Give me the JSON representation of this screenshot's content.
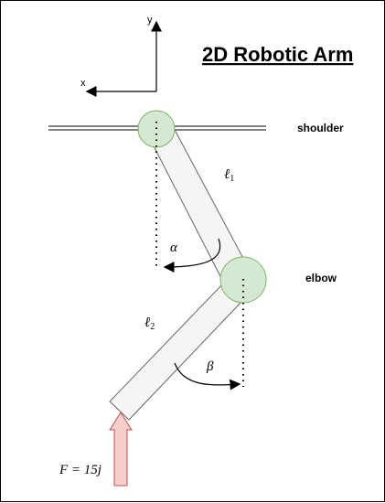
{
  "diagram": {
    "title": "2D Robotic Arm",
    "axes": {
      "x_label": "x",
      "y_label": "y"
    },
    "labels": {
      "shoulder": "shoulder",
      "elbow": "elbow",
      "link1_symbol": "ℓ",
      "link1_subscript": "1",
      "link2_symbol": "ℓ",
      "link2_subscript": "2",
      "alpha": "α",
      "beta": "β",
      "force": "F = 15j"
    },
    "colors": {
      "joint_fill": "#d5e8d4",
      "joint_stroke": "#82b366",
      "link_fill": "#f5f5f5",
      "link_stroke": "#666666",
      "force_fill": "#f8cecc",
      "force_stroke": "#b85450"
    }
  }
}
